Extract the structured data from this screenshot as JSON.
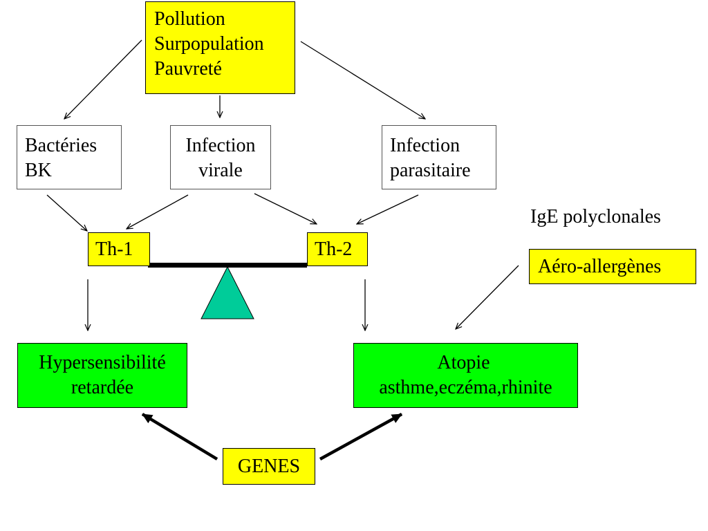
{
  "colors": {
    "yellow_box": "#ffff00",
    "green_box": "#00ff00",
    "fulcrum": "#00cc99",
    "ink": "#000000"
  },
  "nodes": {
    "causes": [
      "Pollution",
      "Surpopulation",
      "Pauvreté"
    ],
    "bacteria": [
      "Bactéries",
      "BK"
    ],
    "viral": [
      "Infection",
      "virale"
    ],
    "parasitic": [
      "Infection",
      "parasitaire"
    ],
    "th1": "Th-1",
    "th2": "Th-2",
    "ige": "IgE polyclonales",
    "aero": "Aéro-allergènes",
    "hypersens": [
      "Hypersensibilité",
      "retardée"
    ],
    "atopy": [
      "Atopie",
      "asthme,eczéma,rhinite"
    ],
    "genes": "GENES"
  }
}
